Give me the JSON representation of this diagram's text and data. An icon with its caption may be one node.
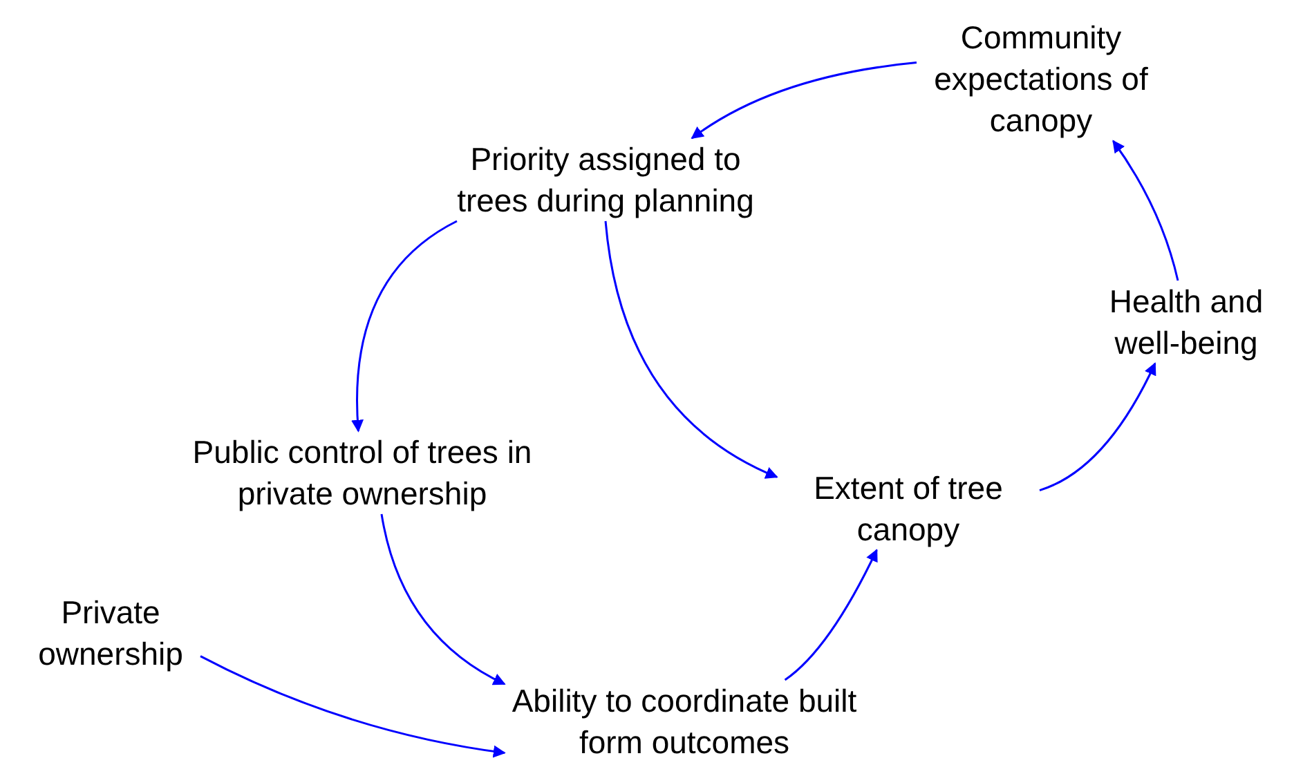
{
  "diagram": {
    "nodes": [
      {
        "text": [
          "Community expectations of canopy"
        ]
      },
      {
        "text": [
          "Priority assigned to trees during planning"
        ]
      },
      {
        "text": [
          "Health and well-being"
        ]
      },
      {
        "text": [
          "Public control of trees in private ownership"
        ]
      },
      {
        "text": [
          "Extent of tree canopy"
        ]
      },
      {
        "text": [
          "Private ownership"
        ]
      },
      {
        "text": [
          "Ability to coordinate built form outcomes"
        ]
      }
    ],
    "edges": [
      {
        "from": 0,
        "to": 1,
        "arrow": "to"
      },
      {
        "from": 1,
        "to": 3,
        "arrow": "to"
      },
      {
        "from": 1,
        "to": 4,
        "arrow": "to"
      },
      {
        "from": 3,
        "to": 6,
        "arrow": "to"
      },
      {
        "from": 5,
        "to": 6,
        "arrow": "to"
      },
      {
        "from": 6,
        "to": 4,
        "arrow": "to"
      },
      {
        "from": 4,
        "to": 2,
        "arrow": "to"
      },
      {
        "from": 2,
        "to": 0,
        "arrow": "to"
      }
    ]
  }
}
